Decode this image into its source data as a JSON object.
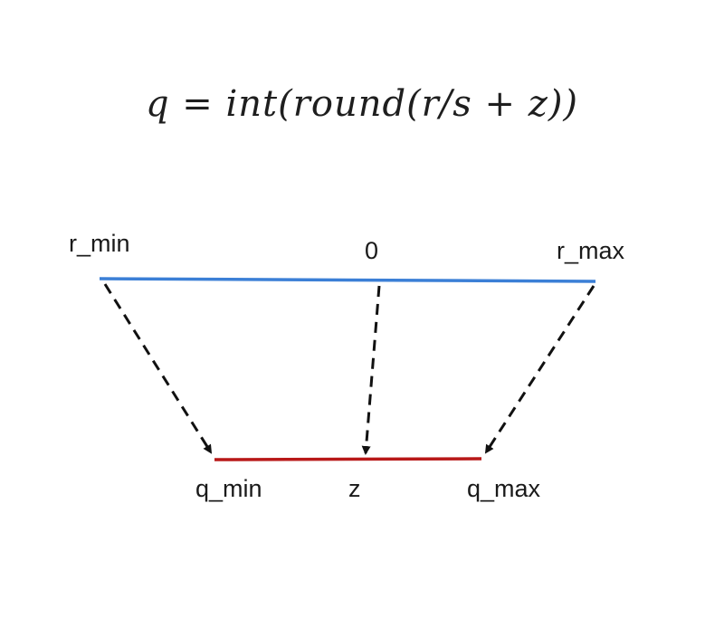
{
  "formula": "q = int(round(r/s + z))",
  "labels": {
    "r_min": "r_min",
    "zero": "0",
    "r_max": "r_max",
    "q_min": "q_min",
    "z": "z",
    "q_max": "q_max"
  },
  "colors": {
    "real_line": "#3b7fd6",
    "quant_line": "#b81818",
    "arrows": "#111111"
  }
}
